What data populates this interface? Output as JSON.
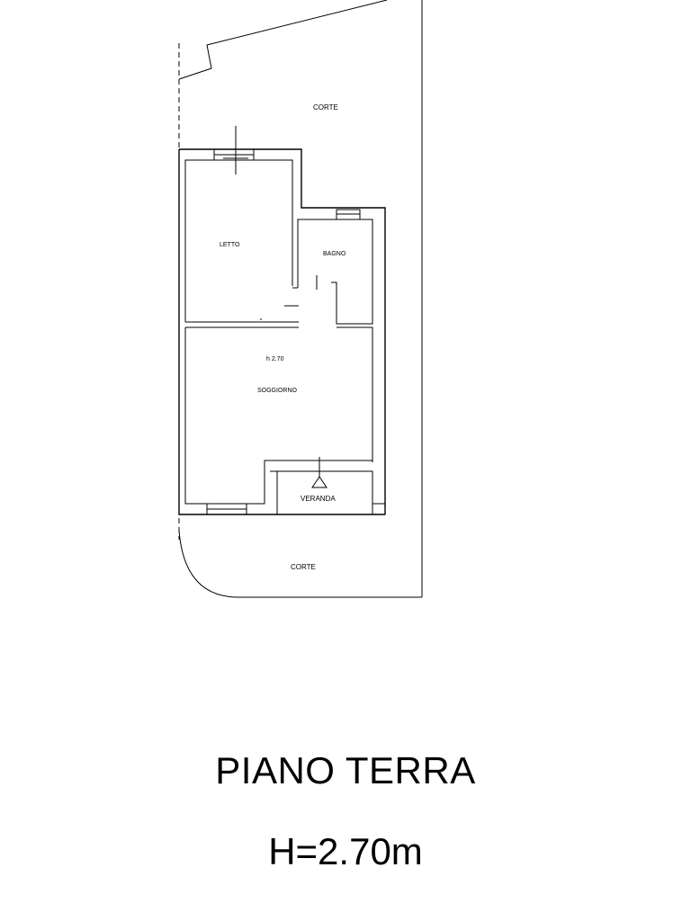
{
  "floor_plan": {
    "rooms": {
      "corte_top": "CORTE",
      "letto": "LETTO",
      "bagno": "BAGNO",
      "height_mark": "h 2.70",
      "soggiorno": "SOGGIORNO",
      "veranda": "VERANDA",
      "corte_bottom": "CORTE"
    },
    "title": "PIANO TERRA",
    "height": "H=2.70m"
  }
}
